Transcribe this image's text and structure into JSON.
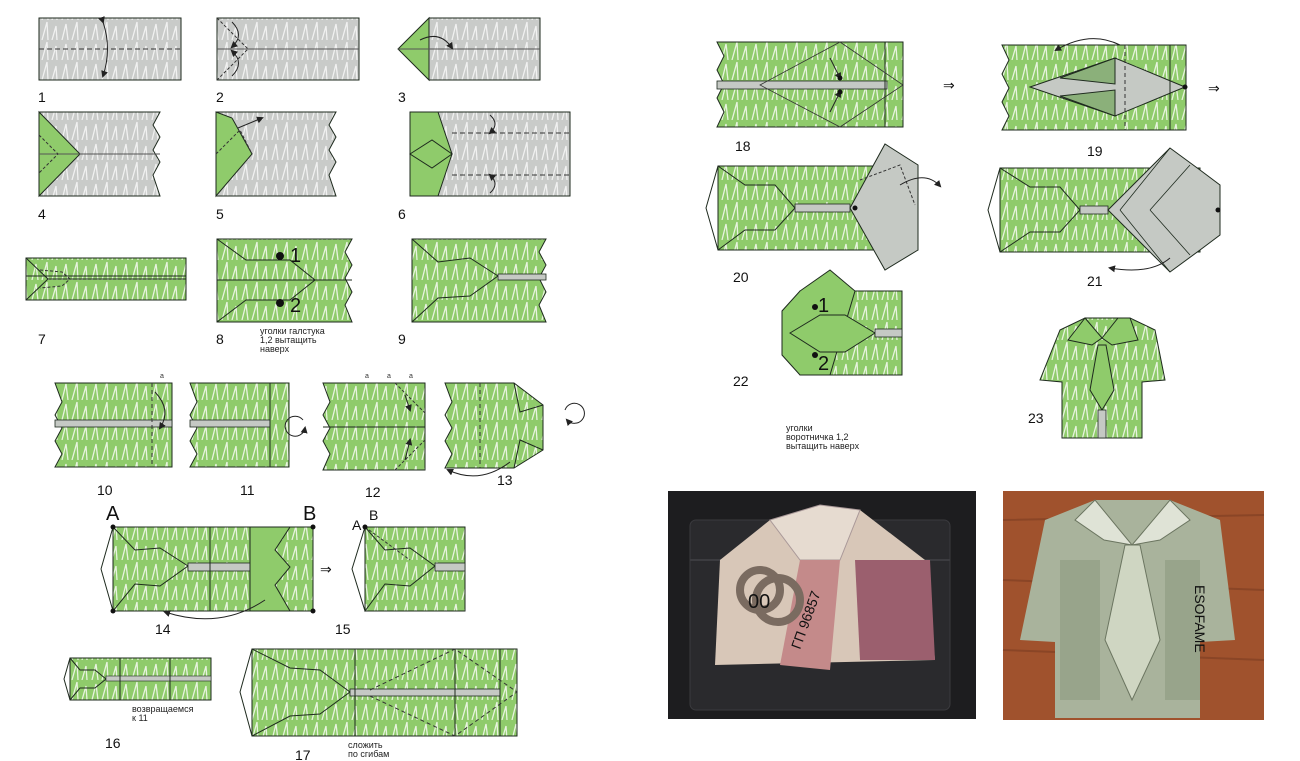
{
  "step_numbers": [
    "1",
    "2",
    "3",
    "4",
    "5",
    "6",
    "7",
    "8",
    "9",
    "10",
    "11",
    "12",
    "13",
    "14",
    "15",
    "16",
    "17",
    "18",
    "19",
    "20",
    "21",
    "22",
    "23"
  ],
  "notes": {
    "step8": [
      "уголки галстука",
      "1,2 вытащить",
      "наверх"
    ],
    "step16": [
      "возвращаемся",
      "к 11"
    ],
    "step17": [
      "сложить",
      "по сгибам"
    ],
    "step22": [
      "уголки",
      "воротничка 1,2",
      "вытащить наверх"
    ]
  },
  "markers": {
    "one": "1",
    "two": "2",
    "a_upper": "A",
    "b_upper": "B",
    "a_dim": "a"
  },
  "photos": {
    "ruble": {
      "serial": "ГП 96857",
      "denomination": "00"
    },
    "dollar": {
      "text": "ESOFAME"
    }
  },
  "colors": {
    "paper_green": "#8fcb6b",
    "paper_gray": "#c9cbc9",
    "outline": "#1e2a1e",
    "tie_gray": "#c5c9c4",
    "wallet": "#1d1d1f",
    "wood": "#a0522d"
  }
}
